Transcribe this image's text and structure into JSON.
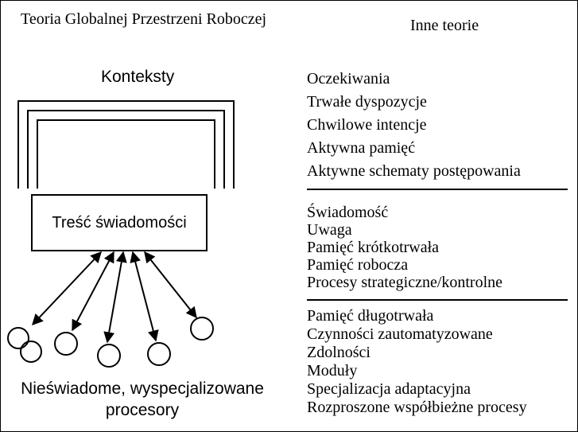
{
  "header": {
    "left_title": "Teoria Globalnej Przestrzeni Roboczej",
    "right_title": "Inne teorie"
  },
  "left": {
    "contexts_label": "Konteksty",
    "consciousness_box_label": "Treść świadomości",
    "processors_label_line1": "Nieświadome, wyspecjalizowane",
    "processors_label_line2": "procesory"
  },
  "right": {
    "group1": [
      "Oczekiwania",
      "Trwałe dyspozycje",
      "Chwilowe intencje",
      "Aktywna pamięć",
      "Aktywne schematy postępowania"
    ],
    "group2": [
      "Świadomość",
      "Uwaga",
      "Pamięć krótkotrwała",
      "Pamięć robocza",
      "Procesy strategiczne/kontrolne"
    ],
    "group3": [
      "Pamięć długotrwała",
      "Czynności zautomatyzowane",
      "Zdolności",
      "Moduły",
      "Specjalizacja adaptacyjna",
      "Rozproszone współbieżne procesy"
    ]
  },
  "colors": {
    "ink": "#000000",
    "background": "#ffffff"
  }
}
